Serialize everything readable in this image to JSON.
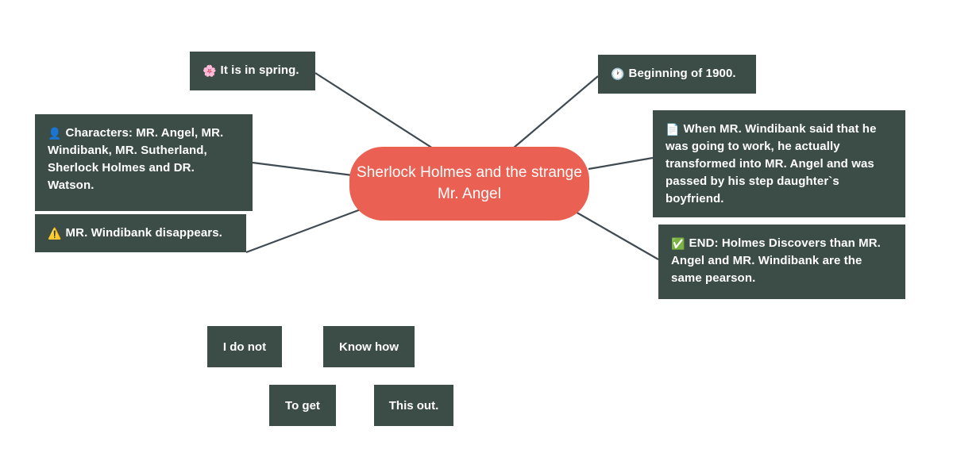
{
  "diagram": {
    "type": "mind-map",
    "background_color": "#ffffff",
    "node_color": "#3c4d47",
    "root_color": "#ea6153",
    "connector_color": "#3f4a52",
    "text_color": "#ffffff"
  },
  "root": {
    "label": "Sherlock Holmes and the\nstrange Mr. Angel"
  },
  "branches": [
    {
      "id": "spring",
      "emoji": "🌸",
      "emoji_name": "cherry-blossom-icon",
      "text": "It is in spring."
    },
    {
      "id": "time",
      "emoji": "🕐",
      "emoji_name": "clock-icon",
      "text": "Beginning of 1900."
    },
    {
      "id": "characters",
      "emoji": "👤",
      "emoji_name": "person-icon",
      "text": "Characters: MR. Angel, MR. Windibank, MR. Sutherland, Sherlock Holmes and DR. Watson."
    },
    {
      "id": "disappears",
      "emoji": "⚠️",
      "emoji_name": "warning-icon",
      "text": "MR. Windibank disappears."
    },
    {
      "id": "plot",
      "emoji": "📄",
      "emoji_name": "page-icon",
      "text": "When MR. Windibank said that he was going to work, he actually transformed into MR. Angel and was passed by his step daughter`s boyfriend."
    },
    {
      "id": "end",
      "emoji": "✅",
      "emoji_name": "check-mark-icon",
      "text": "END: Holmes Discovers than MR. Angel and MR. Windibank are the same pearson."
    }
  ],
  "loose_notes": [
    {
      "id": "note-1",
      "text": "I do not"
    },
    {
      "id": "note-2",
      "text": "Know how"
    },
    {
      "id": "note-3",
      "text": "To get"
    },
    {
      "id": "note-4",
      "text": "This out."
    }
  ]
}
